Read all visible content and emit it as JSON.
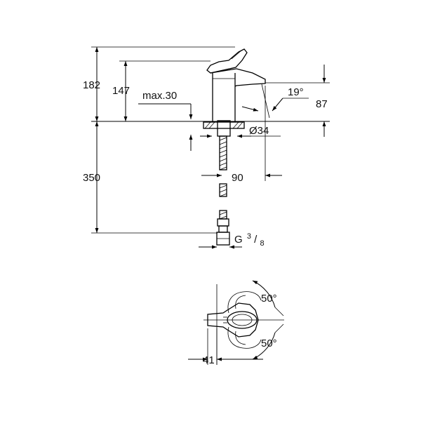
{
  "drawing": {
    "side_view": {
      "dim_total_height": "182",
      "dim_spout_height": "147",
      "dim_max_deck": "max.30",
      "dim_spout_angle": "19°",
      "dim_spout_reach_height": "87",
      "dim_hole_diameter": "Ø34",
      "dim_reach": "90",
      "dim_hose_length": "350",
      "dim_connection_prefix": "G",
      "dim_connection_sup": "3",
      "dim_connection_sub": "8"
    },
    "top_view": {
      "dim_angle_top": "50°",
      "dim_angle_bottom": "50°",
      "dim_width": "41"
    }
  }
}
